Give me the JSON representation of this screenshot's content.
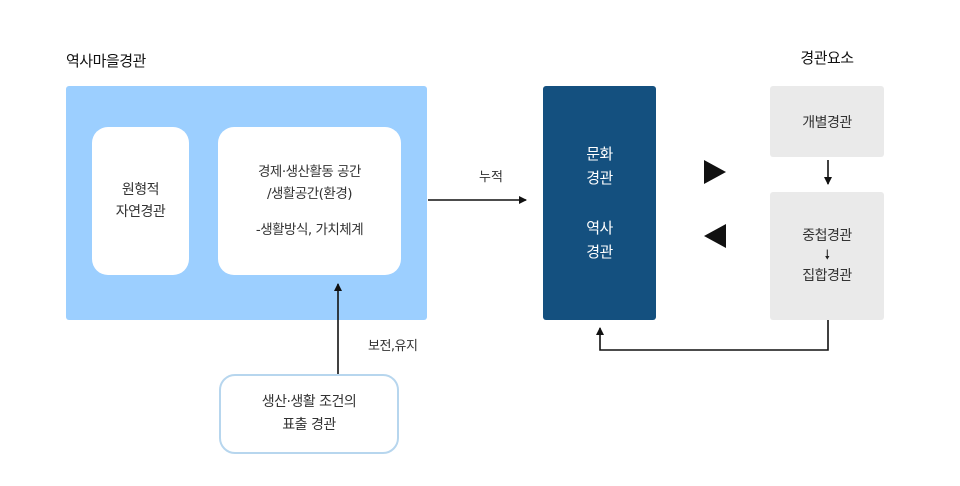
{
  "left_title": "역사마을경관",
  "right_title": "경관요소",
  "nature_card": {
    "line1": "원형적",
    "line2": "자연경관"
  },
  "econ_card": {
    "line1": "경제·생산활동 공간",
    "line2": "/생활공간(환경)",
    "line3": "-생활방식, 가치체계"
  },
  "arrow_label_accumulation": "누적",
  "cultural_box": {
    "line1": "문화",
    "line2": "경관",
    "line3": "역사",
    "line4": "경관"
  },
  "individual_box": "개별경관",
  "overlap_box": {
    "line1": "중첩경관",
    "line2": "집합경관"
  },
  "arrow_label_preservation": "보전,유지",
  "bottom_card": {
    "line1": "생산·생활 조건의",
    "line2": "표출 경관"
  },
  "colors": {
    "village_bg": "#9ccfff",
    "cultural_bg": "#14507f",
    "grey_bg": "#eaeaea",
    "bottom_border": "#b7d6ee"
  }
}
